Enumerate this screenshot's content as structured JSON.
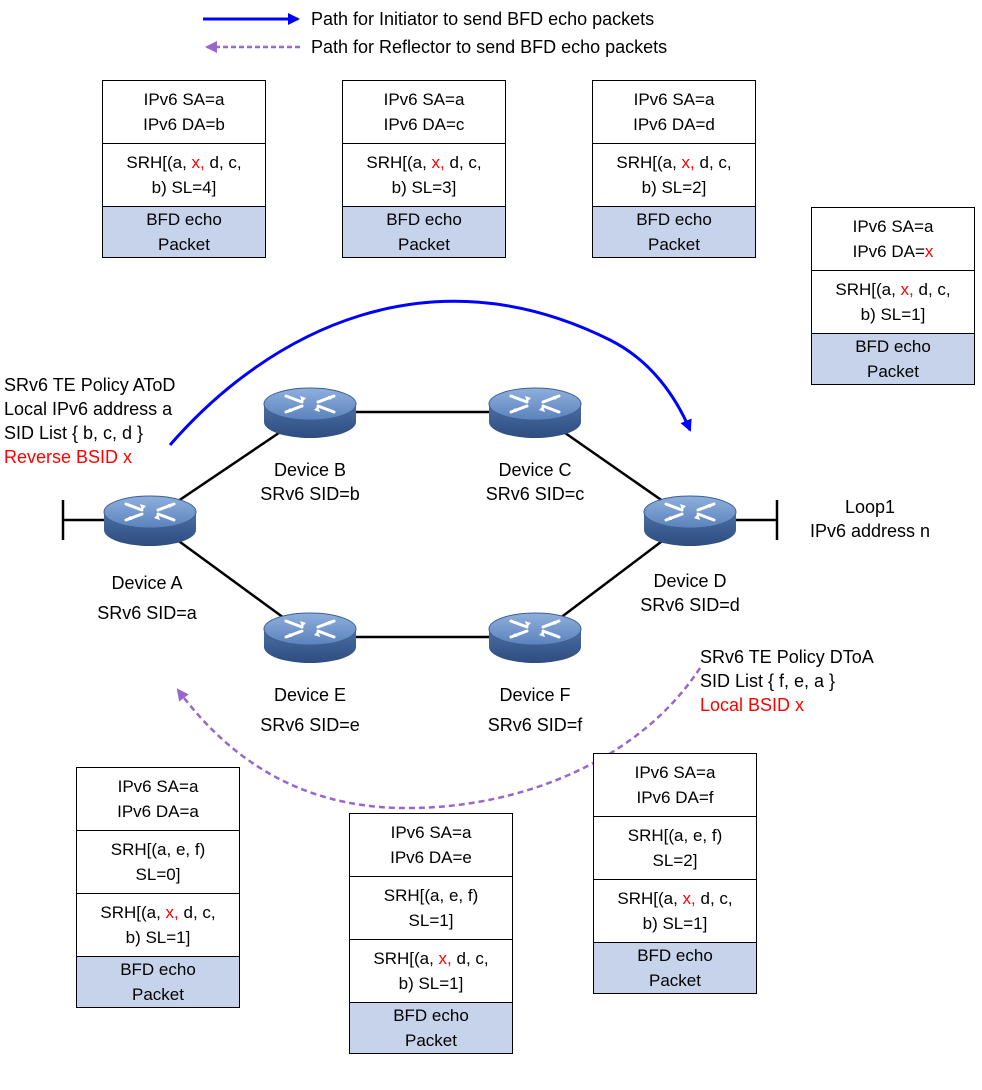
{
  "legend": {
    "initiator": "Path for Initiator to send BFD echo packets",
    "reflector": "Path for Reflector to send BFD echo packets"
  },
  "colors": {
    "initiator_path": "#0000ff",
    "reflector_path": "#9966cc",
    "highlight": "#ff0000",
    "bfd_fill": "#c6d3ea",
    "device_body": "#4a6fa5",
    "link": "#000000"
  },
  "devices": {
    "a": {
      "name": "Device A",
      "sid": "SRv6 SID=a"
    },
    "b": {
      "name": "Device B",
      "sid": "SRv6 SID=b"
    },
    "c": {
      "name": "Device C",
      "sid": "SRv6 SID=c"
    },
    "d": {
      "name": "Device D",
      "sid": "SRv6 SID=d"
    },
    "e": {
      "name": "Device E",
      "sid": "SRv6 SID=e"
    },
    "f": {
      "name": "Device F",
      "sid": "SRv6 SID=f"
    }
  },
  "policy_atod": {
    "line1": "SRv6 TE Policy AToD",
    "line2": "Local IPv6 address a",
    "line3": "SID List { b, c, d }",
    "line4": "Reverse BSID x"
  },
  "policy_dtoa": {
    "line1": "SRv6 TE Policy DToA",
    "line2": "SID List { f, e, a }",
    "line3": "Local BSID x"
  },
  "loop": {
    "line1": "Loop1",
    "line2": "IPv6 address n"
  },
  "packets": {
    "p1": {
      "sa": "IPv6 SA=a",
      "da": "IPv6 DA=b",
      "srh_a": "SRH[(a, ",
      "srh_x": "x,",
      "srh_b": " d, c,",
      "srh_c": "b) SL=4]",
      "bfd1": "BFD echo",
      "bfd2": "Packet"
    },
    "p2": {
      "sa": "IPv6 SA=a",
      "da": "IPv6 DA=c",
      "srh_a": "SRH[(a, ",
      "srh_x": "x,",
      "srh_b": " d, c,",
      "srh_c": "b) SL=3]",
      "bfd1": "BFD echo",
      "bfd2": "Packet"
    },
    "p3": {
      "sa": "IPv6 SA=a",
      "da": "IPv6 DA=d",
      "srh_a": "SRH[(a, ",
      "srh_x": "x,",
      "srh_b": " d, c,",
      "srh_c": "b) SL=2]",
      "bfd1": "BFD echo",
      "bfd2": "Packet"
    },
    "p4": {
      "sa": "IPv6 SA=a",
      "da_a": "IPv6 DA=",
      "da_x": "x",
      "srh_a": "SRH[(a, ",
      "srh_x": "x,",
      "srh_b": " d, c,",
      "srh_c": "b) SL=1]",
      "bfd1": "BFD echo",
      "bfd2": "Packet"
    },
    "p5": {
      "sa": "IPv6 SA=a",
      "da": "IPv6 DA=a",
      "srh2_a": "SRH[(a, e, f)",
      "srh2_b": "SL=0]",
      "srh_a": "SRH[(a, ",
      "srh_x": "x,",
      "srh_b": " d, c,",
      "srh_c": "b) SL=1]",
      "bfd1": "BFD echo",
      "bfd2": "Packet"
    },
    "p6": {
      "sa": "IPv6 SA=a",
      "da": "IPv6 DA=e",
      "srh2_a": "SRH[(a, e, f)",
      "srh2_b": "SL=1]",
      "srh_a": "SRH[(a, ",
      "srh_x": "x,",
      "srh_b": " d, c,",
      "srh_c": "b) SL=1]",
      "bfd1": "BFD echo",
      "bfd2": "Packet"
    },
    "p7": {
      "sa": "IPv6 SA=a",
      "da": "IPv6 DA=f",
      "srh2_a": "SRH[(a, e, f)",
      "srh2_b": "SL=2]",
      "srh_a": "SRH[(a, ",
      "srh_x": "x,",
      "srh_b": " d, c,",
      "srh_c": "b) SL=1]",
      "bfd1": "BFD echo",
      "bfd2": "Packet"
    }
  }
}
